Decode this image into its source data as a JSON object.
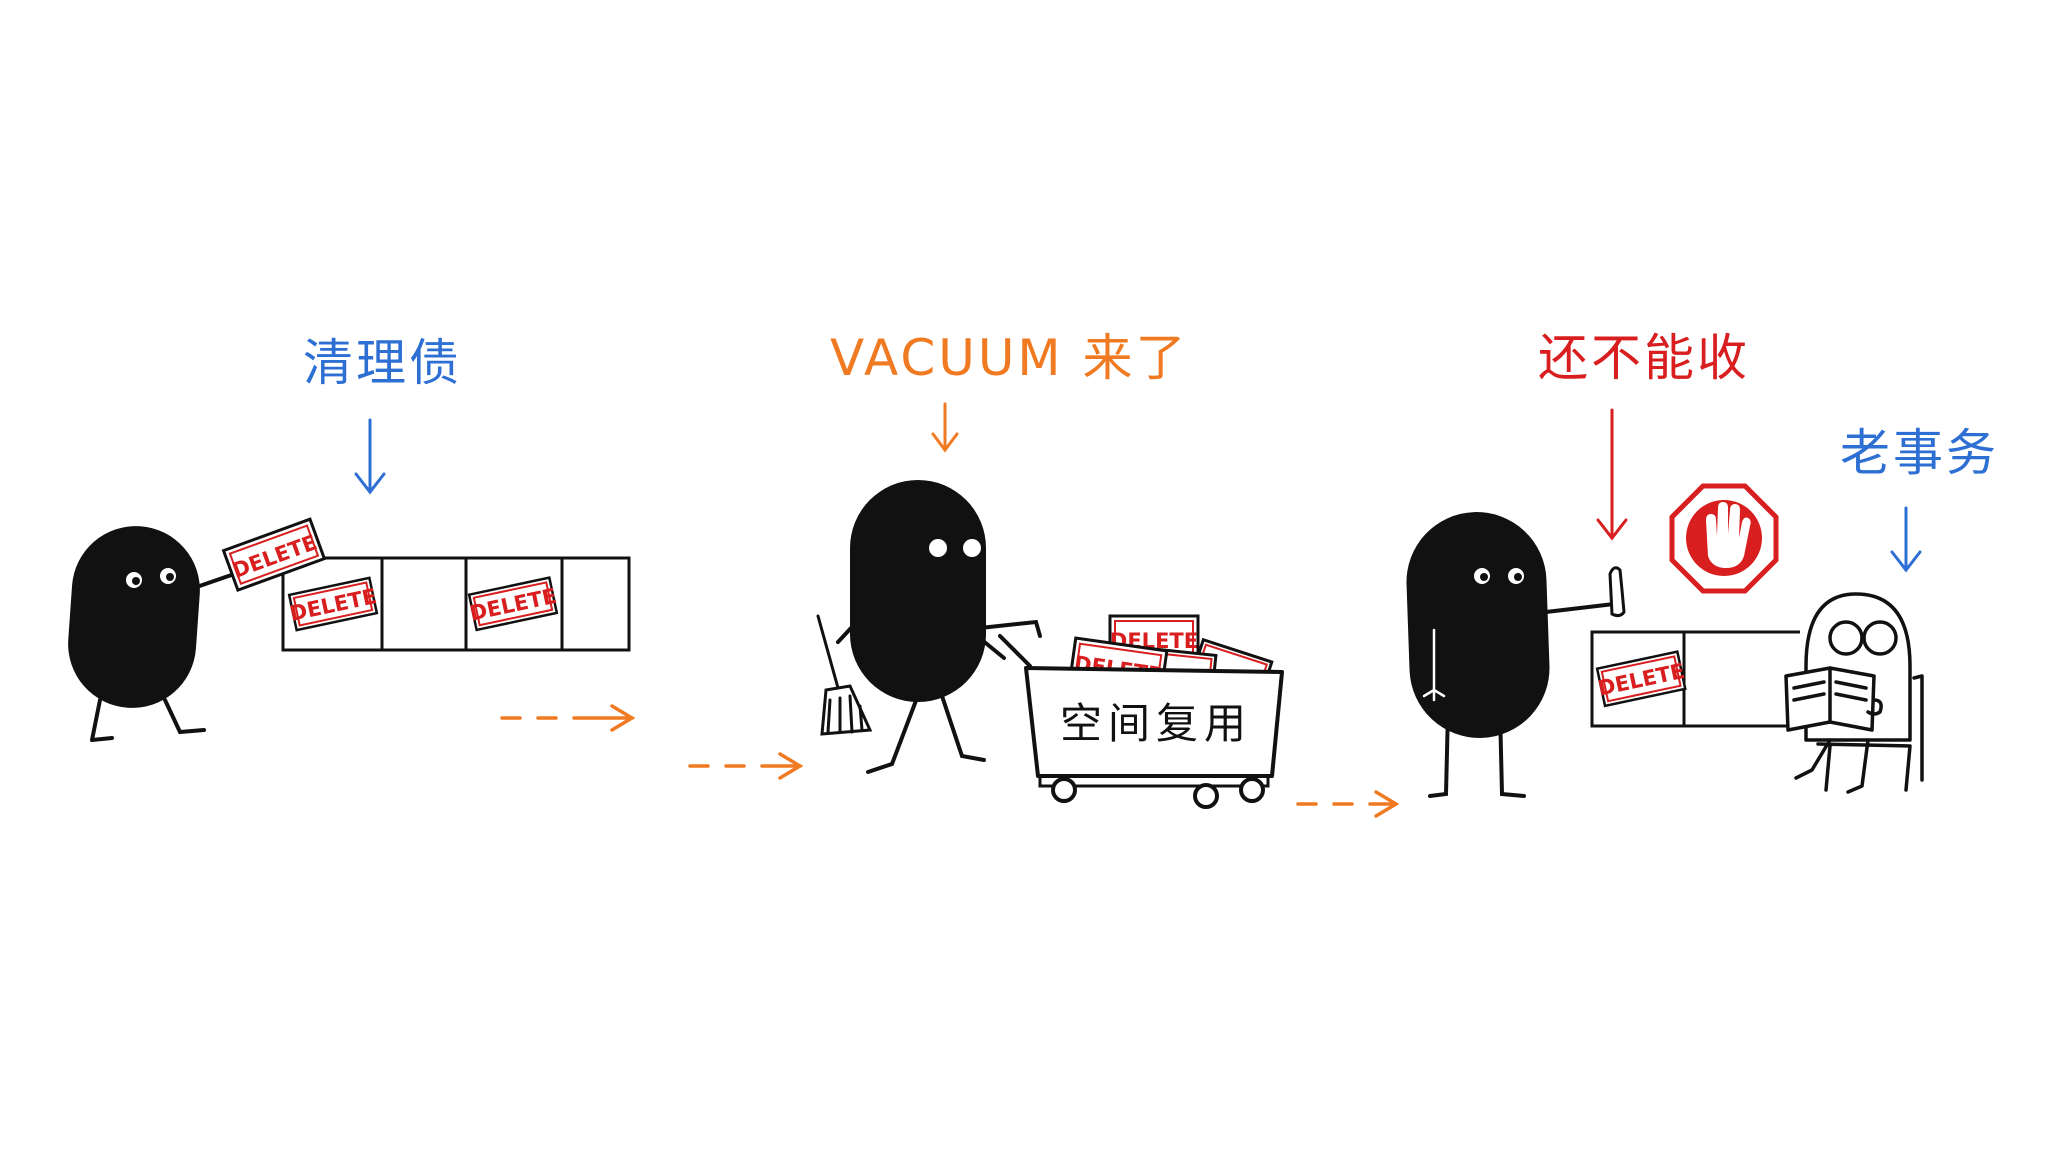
{
  "labels": {
    "clean_debt": "清理债",
    "vacuum_comes": "VACUUM 来了",
    "cannot_reclaim": "还不能收",
    "old_transaction": "老事务",
    "space_reuse": "空间复用"
  },
  "stamp_text": "DELETE",
  "colors": {
    "blue": "#2e6fd4",
    "orange": "#f07a22",
    "red": "#d81e1e",
    "ink": "#111111"
  }
}
